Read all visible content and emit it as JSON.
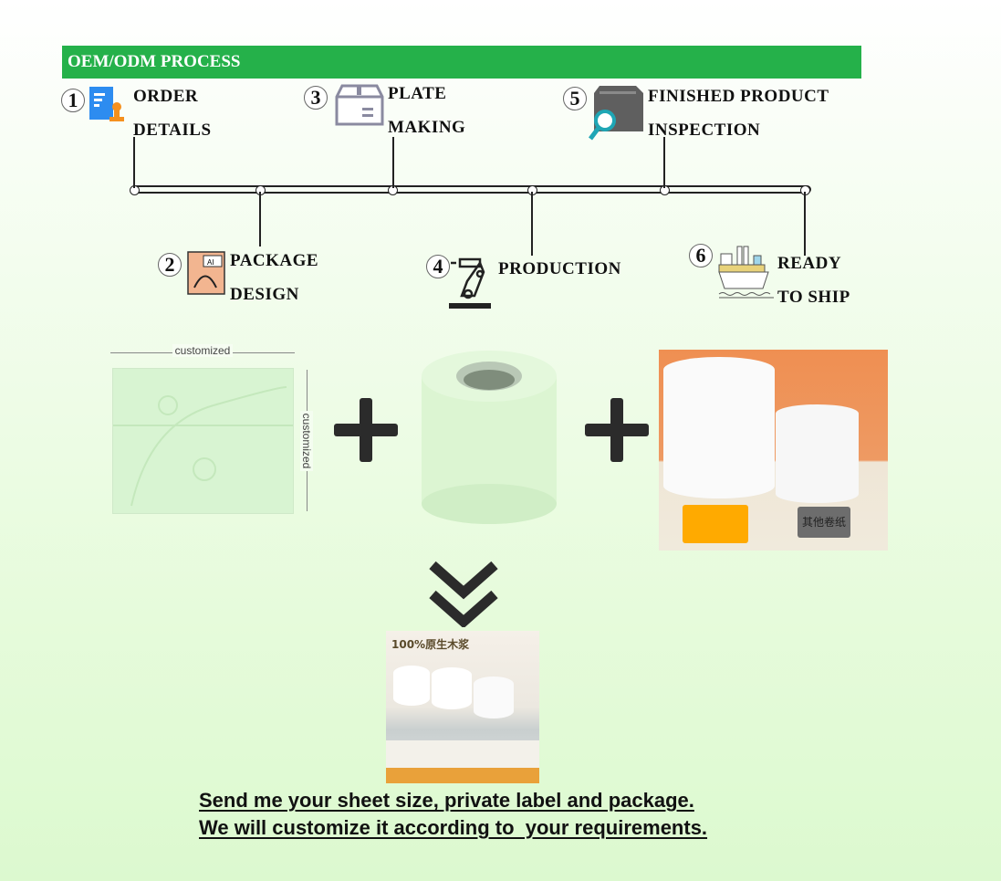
{
  "banner": {
    "title": "OEM/ODM PROCESS",
    "color": "#25b14a"
  },
  "steps": [
    {
      "num": "1",
      "line1": "ORDER",
      "line2": "DETAILS",
      "icon": "order-document-icon"
    },
    {
      "num": "2",
      "line1": "PACKAGE",
      "line2": "DESIGN",
      "icon": "design-file-icon"
    },
    {
      "num": "3",
      "line1": "PLATE",
      "line2": "MAKING",
      "icon": "box-icon"
    },
    {
      "num": "4",
      "line1": "PRODUCTION",
      "line2": "",
      "icon": "robot-arm-icon"
    },
    {
      "num": "5",
      "line1": "FINISHED PRODUCT",
      "line2": "INSPECTION",
      "icon": "inspection-icon"
    },
    {
      "num": "6",
      "line1": "READY",
      "line2": "TO SHIP",
      "icon": "ship-icon"
    }
  ],
  "sheet": {
    "width_label": "customized",
    "height_label": "customized"
  },
  "compare": {
    "other_label": "其他卷纸",
    "highlight_color": "#ffaa00"
  },
  "product": {
    "badge": "100%原生木浆"
  },
  "caption": {
    "line1": "Send me your sheet size, private label and package.",
    "line2": "We will customize it according to  your requirements."
  }
}
